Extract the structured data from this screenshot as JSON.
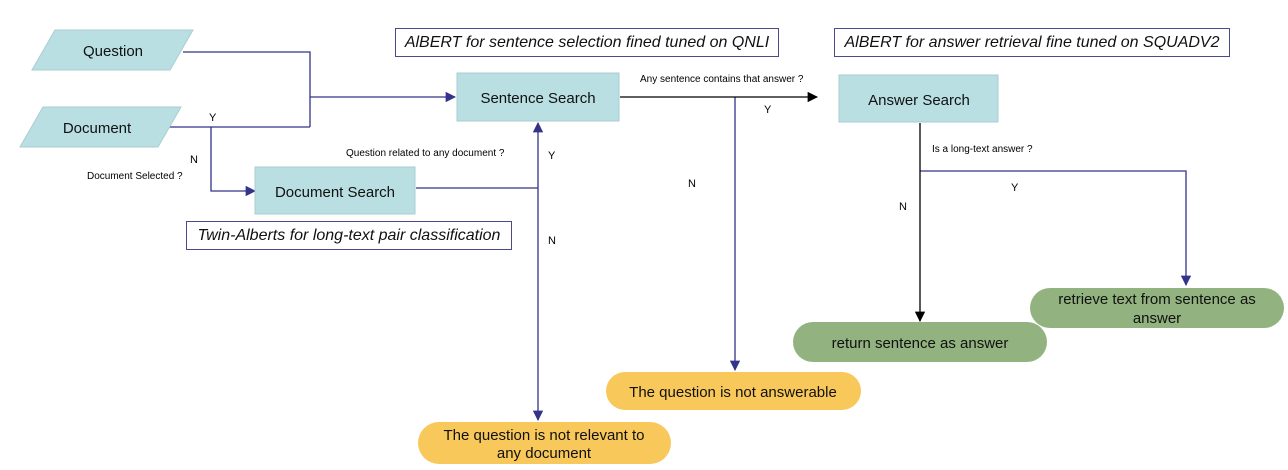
{
  "inputs": {
    "question": "Question",
    "document": "Document"
  },
  "processes": {
    "sentence_search": "Sentence Search",
    "document_search": "Document Search",
    "answer_search": "Answer Search"
  },
  "titles": {
    "sentence_selection": "AlBERT for sentence selection fined tuned on QNLI",
    "answer_retrieval": "AlBERT for answer retrieval fine tuned on SQUADV2",
    "twin_alberts": "Twin-Alberts for long-text pair classification"
  },
  "decisions": {
    "document_selected": "Document Selected ?",
    "question_related": "Question related to any document  ?",
    "sentence_contains": "Any sentence contains that answer ?",
    "long_text": "Is a long-text answer ?"
  },
  "branch_labels": {
    "doc_y": "Y",
    "doc_n": "N",
    "related_y": "Y",
    "related_n": "N",
    "contains_y": "Y",
    "contains_n": "N",
    "long_y": "Y",
    "long_n": "N"
  },
  "outcomes": {
    "not_relevant_line1": "The question is not relevant to",
    "not_relevant_line2": "any document",
    "not_answerable": "The question is not answerable",
    "return_sentence": "return sentence as answer",
    "retrieve_text_line1": "retrieve text from sentence as",
    "retrieve_text_line2": "answer"
  },
  "colors": {
    "process_fill": "#b9dfe2",
    "process_stroke": "#a9cdd0",
    "green_terminal": "#92b37f",
    "yellow_terminal": "#f9c85a",
    "connector": "#33338a",
    "black_connector": "#000000"
  }
}
